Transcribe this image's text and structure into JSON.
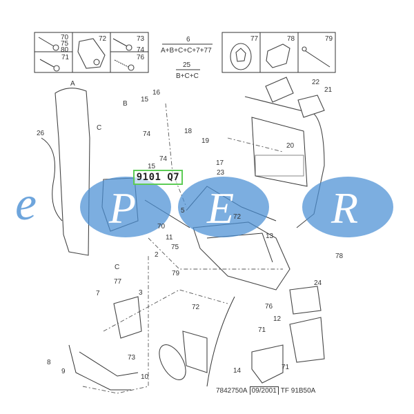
{
  "kits": {
    "left_box": {
      "cell_a": [
        "70",
        "75",
        "80"
      ],
      "cell_b": "71",
      "cell_c": "72",
      "cell_d": [
        "73",
        "74"
      ],
      "cell_e": "76"
    },
    "right_box": {
      "cell_a": "77",
      "cell_b": "78",
      "cell_c": "79"
    },
    "kit_6": {
      "number": "6",
      "contents": "A+B+C+C+7+77"
    },
    "kit_25": {
      "number": "25",
      "contents": "B+C+C"
    }
  },
  "callouts": [
    "A",
    "B",
    "C",
    "26",
    "16",
    "15",
    "74",
    "18",
    "19",
    "74",
    "17",
    "15",
    "20",
    "22",
    "21",
    "23",
    "5",
    "72",
    "70",
    "11",
    "13",
    "75",
    "2",
    "C",
    "79",
    "3",
    "78",
    "77",
    "7",
    "72",
    "24",
    "76",
    "12",
    "71",
    "8",
    "9",
    "73",
    "10",
    "14",
    "71"
  ],
  "reference_code": "9101 Q7",
  "caption": {
    "drawing_number": "7842750A",
    "date": "09/2001",
    "sheet": "TF 91B50A"
  },
  "watermark": {
    "text": "ePER",
    "color": "#4a8fd4"
  },
  "highlight_color": "#5ccc55"
}
